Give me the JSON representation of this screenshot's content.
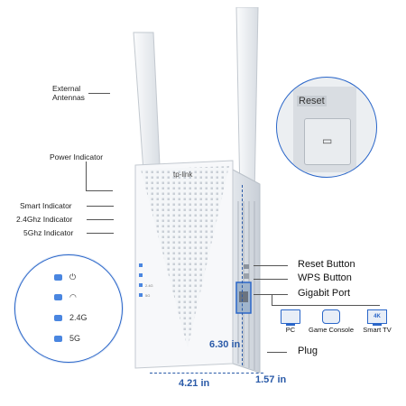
{
  "labels": {
    "antennas": "External\nAntennas",
    "power": "Power Indicator",
    "smart": "Smart Indicator",
    "ghz24": "2.4Ghz Indicator",
    "ghz5": "5Ghz Indicator",
    "reset": "Reset Button",
    "wps": "WPS Button",
    "gigabit": "Gigabit Port",
    "plug": "Plug"
  },
  "brand": "tp-link",
  "reset_inset": "Reset",
  "led_inset": [
    "",
    "",
    "2.4G",
    "5G"
  ],
  "led_small": [
    "",
    "",
    "2.4G",
    "5G"
  ],
  "devices": [
    "PC",
    "Game Console",
    "Smart TV"
  ],
  "tv_badge": "4K",
  "dimensions": {
    "height": "6.30 in",
    "width": "4.21 in",
    "depth": "1.57 in"
  },
  "colors": {
    "accent": "#2a66c9",
    "dim": "#2a5aa8",
    "device": "#e8eef7"
  }
}
